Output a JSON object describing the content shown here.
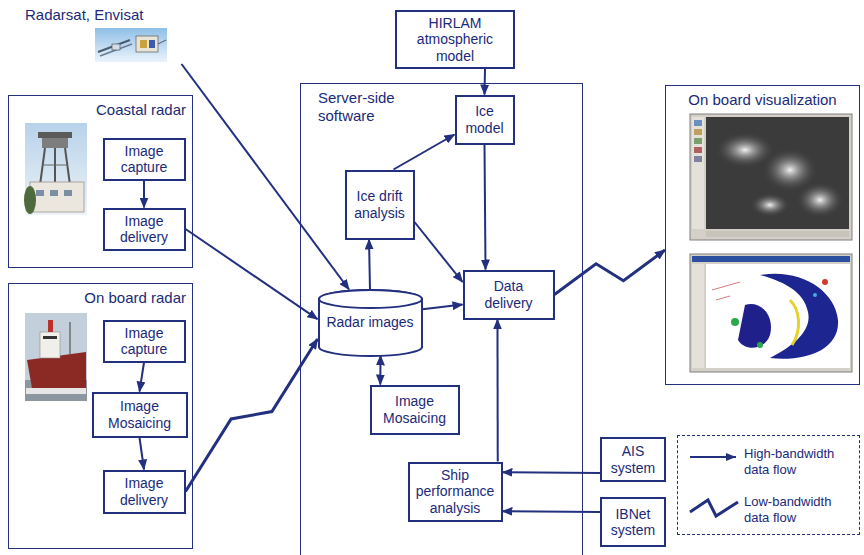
{
  "diagram": {
    "nodes": [
      {
        "text": [
          "Radarsat, Envisat"
        ]
      },
      {
        "text": [
          "Coastal radar"
        ]
      },
      {
        "text": [
          "Image capture"
        ],
        "in": 1
      },
      {
        "text": [
          "Image delivery"
        ],
        "in": 1
      },
      {
        "text": [
          "On board radar"
        ]
      },
      {
        "text": [
          "Image capture"
        ],
        "in": 4
      },
      {
        "text": [
          "Image Mosaicing"
        ],
        "in": 4
      },
      {
        "text": [
          "Image delivery"
        ],
        "in": 4
      },
      {
        "text": [
          "HIRLAM atmospheric model"
        ]
      },
      {
        "text": [
          "Server-side software"
        ]
      },
      {
        "text": [
          "Ice model"
        ],
        "in": 9
      },
      {
        "text": [
          "Ice drift analysis"
        ],
        "in": 9
      },
      {
        "text": [
          "Radar images"
        ],
        "in": 9
      },
      {
        "text": [
          "Data delivery"
        ],
        "in": 9
      },
      {
        "text": [
          "Image Mosaicing"
        ],
        "in": 9
      },
      {
        "text": [
          "Ship performance analysis"
        ],
        "in": 9
      },
      {
        "text": [
          "AIS system"
        ]
      },
      {
        "text": [
          "IBNet system"
        ]
      },
      {
        "text": [
          "On board visualization"
        ]
      }
    ],
    "edges": [
      {
        "from": 2,
        "to": 3,
        "arrow": "to"
      },
      {
        "from": 0,
        "to": 12,
        "arrow": "to"
      },
      {
        "from": 3,
        "to": 12,
        "arrow": "to"
      },
      {
        "from": 5,
        "to": 6,
        "arrow": "to"
      },
      {
        "from": 6,
        "to": 7,
        "arrow": "to"
      },
      {
        "from": 7,
        "to": 12,
        "arrow": "to"
      },
      {
        "from": 8,
        "to": 10,
        "arrow": "to"
      },
      {
        "from": 12,
        "to": 11,
        "arrow": "to"
      },
      {
        "from": 11,
        "to": 10,
        "arrow": "to"
      },
      {
        "from": 11,
        "to": 13,
        "arrow": "to"
      },
      {
        "from": 10,
        "to": 13,
        "arrow": "to"
      },
      {
        "from": 12,
        "to": 13,
        "arrow": "to"
      },
      {
        "from": 12,
        "to": 14,
        "arrow": "both"
      },
      {
        "from": 15,
        "to": 13,
        "arrow": "to"
      },
      {
        "from": 16,
        "to": 15,
        "arrow": "to"
      },
      {
        "from": 17,
        "to": 15,
        "arrow": "to"
      },
      {
        "from": 13,
        "to": 18,
        "arrow": "to"
      }
    ],
    "legend": [
      {
        "text": "High-bandwidth data flow"
      },
      {
        "text": "Low-bandwidth data flow"
      }
    ]
  }
}
